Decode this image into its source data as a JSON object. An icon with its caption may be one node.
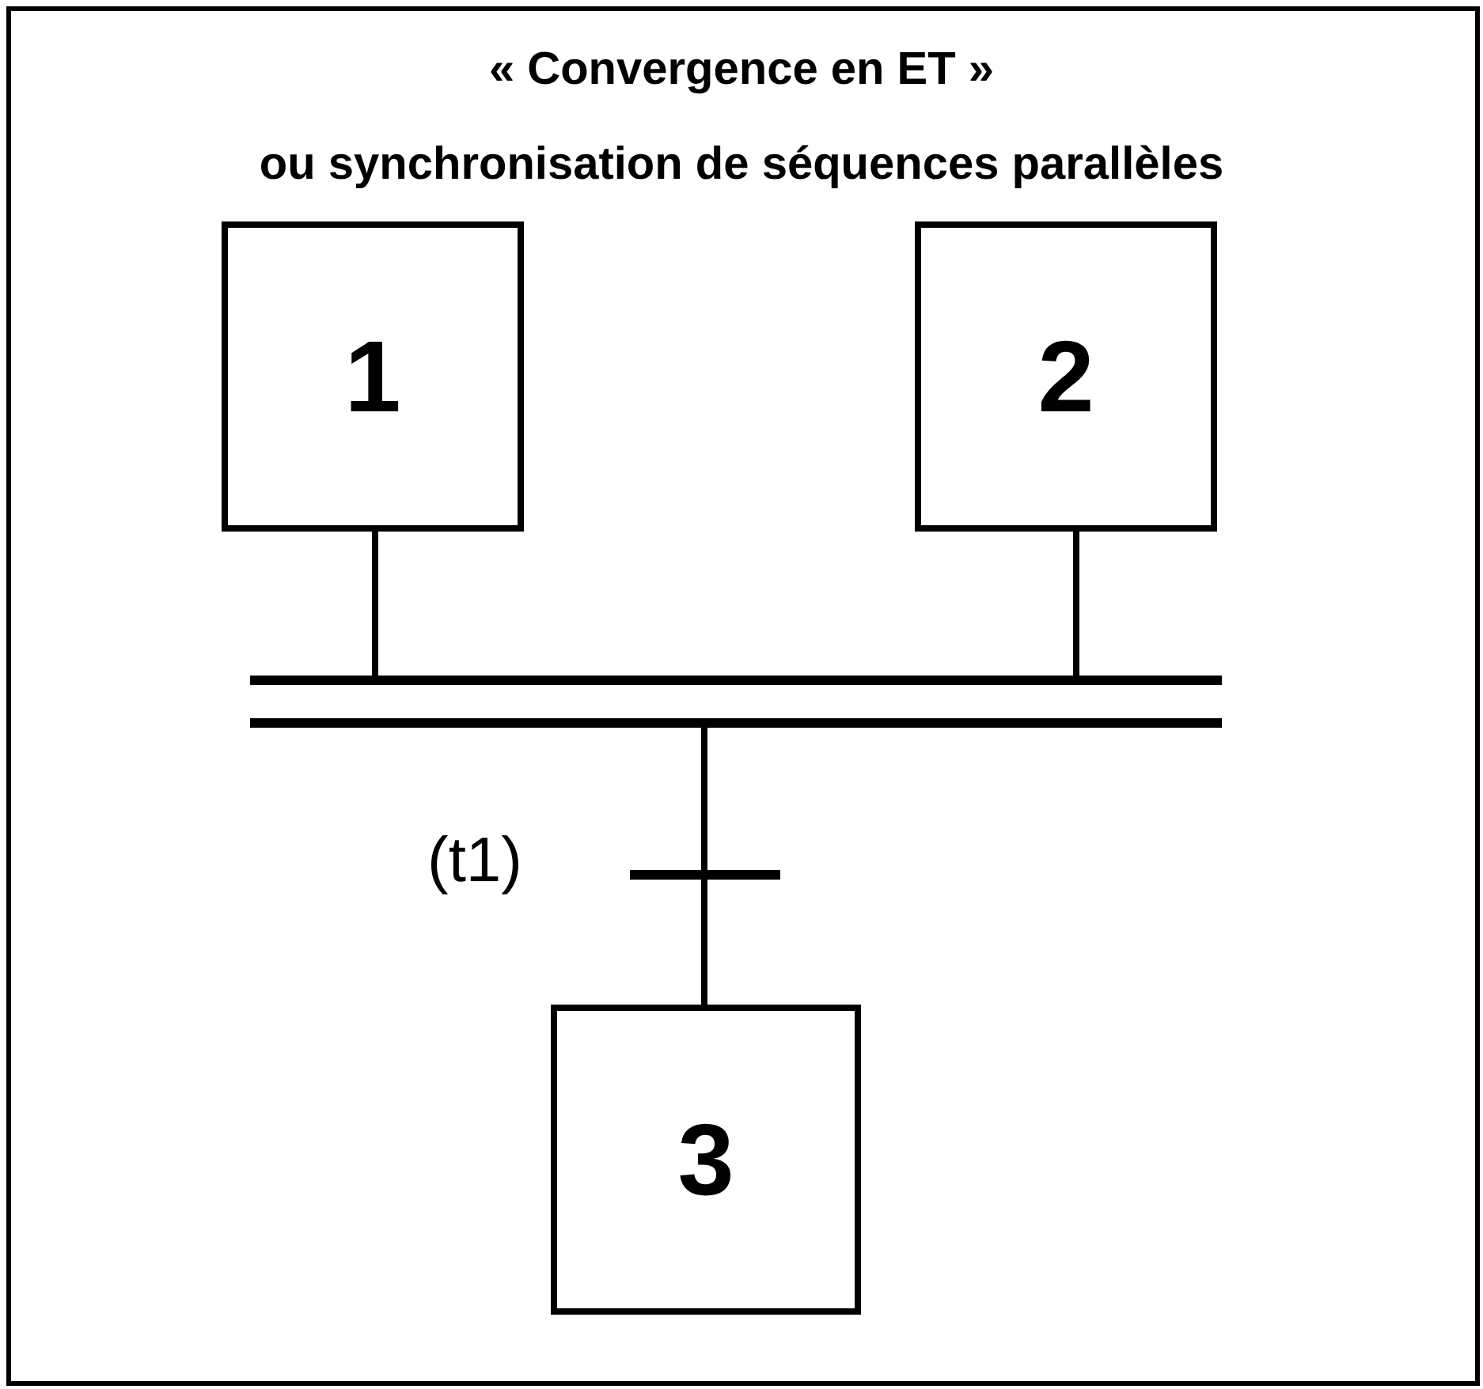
{
  "diagram": {
    "title": "« Convergence en ET »",
    "labels": [
      "ou synchronisation de séquences parallèles"
    ],
    "nodes": [
      {
        "text": [
          "1"
        ]
      },
      {
        "text": [
          "2"
        ]
      },
      {
        "text": [
          "3"
        ]
      },
      {
        "text": [],
        "shape": "bar"
      },
      {
        "text": [],
        "shape": "bar",
        "beside": [
          "(t1)"
        ]
      }
    ],
    "edges": [
      {
        "from": 0,
        "to": 3,
        "arrow": "none"
      },
      {
        "from": 1,
        "to": 3,
        "arrow": "none"
      },
      {
        "from": 3,
        "to": 4,
        "arrow": "none"
      },
      {
        "from": 4,
        "to": 2,
        "arrow": "none"
      }
    ]
  }
}
